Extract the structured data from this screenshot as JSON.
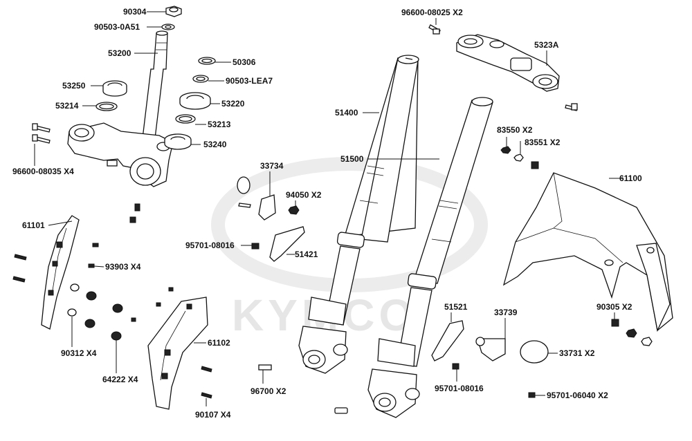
{
  "watermark": "KYMCO",
  "labels": [
    {
      "id": "90304",
      "text": "90304"
    },
    {
      "id": "90503-0A51",
      "text": "90503-0A51"
    },
    {
      "id": "53200",
      "text": "53200"
    },
    {
      "id": "50306",
      "text": "50306"
    },
    {
      "id": "90503-LEA7",
      "text": "90503-LEA7"
    },
    {
      "id": "53250",
      "text": "53250"
    },
    {
      "id": "53220",
      "text": "53220"
    },
    {
      "id": "53214",
      "text": "53214"
    },
    {
      "id": "53213",
      "text": "53213"
    },
    {
      "id": "53240",
      "text": "53240"
    },
    {
      "id": "96600-08035",
      "text": "96600-08035 X4"
    },
    {
      "id": "96600-08025",
      "text": "96600-08025 X2"
    },
    {
      "id": "5323A",
      "text": "5323A"
    },
    {
      "id": "51400",
      "text": "51400"
    },
    {
      "id": "51500",
      "text": "51500"
    },
    {
      "id": "83550",
      "text": "83550 X2"
    },
    {
      "id": "83551",
      "text": "83551 X2"
    },
    {
      "id": "33734",
      "text": "33734"
    },
    {
      "id": "94050",
      "text": "94050  X2"
    },
    {
      "id": "61100",
      "text": "61100"
    },
    {
      "id": "61101",
      "text": "61101"
    },
    {
      "id": "95701-08016-a",
      "text": "95701-08016"
    },
    {
      "id": "51421",
      "text": "51421"
    },
    {
      "id": "93903",
      "text": "93903  X4"
    },
    {
      "id": "90305",
      "text": "90305  X2"
    },
    {
      "id": "51521",
      "text": "51521"
    },
    {
      "id": "33739",
      "text": "33739"
    },
    {
      "id": "61102",
      "text": "61102"
    },
    {
      "id": "90312",
      "text": "90312  X4"
    },
    {
      "id": "33731",
      "text": "33731  X2"
    },
    {
      "id": "64222",
      "text": "64222  X4"
    },
    {
      "id": "96700",
      "text": "96700  X2"
    },
    {
      "id": "95701-08016-b",
      "text": "95701-08016"
    },
    {
      "id": "95701-06040",
      "text": "95701-06040 X2"
    },
    {
      "id": "90107",
      "text": "90107  X4"
    }
  ]
}
